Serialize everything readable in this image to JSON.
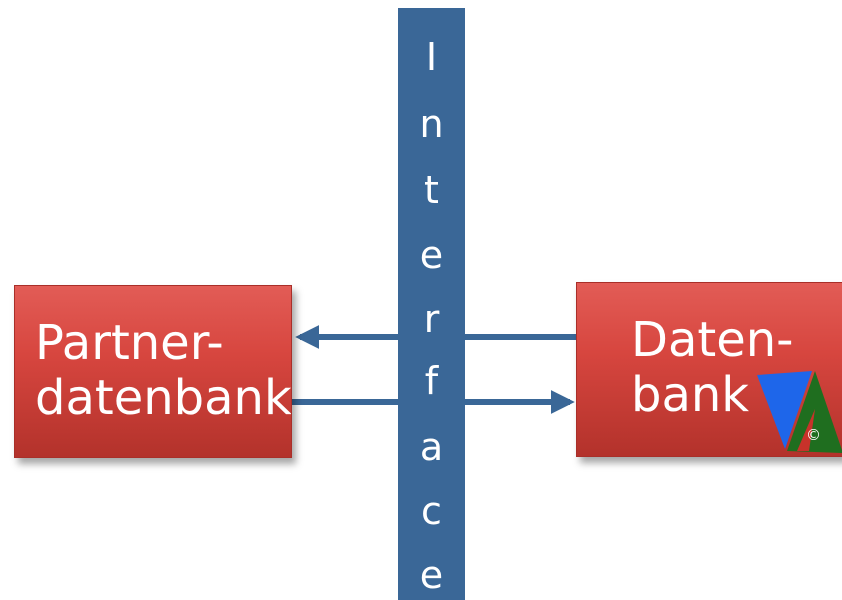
{
  "left_box": {
    "line1": "Partner-",
    "line2": "datenbank"
  },
  "right_box": {
    "line1": "Daten-",
    "line2": "bank"
  },
  "interface_letters": [
    "I",
    "n",
    "t",
    "e",
    "r",
    "f",
    "a",
    "c",
    "e"
  ],
  "logo": {
    "copyright": "©",
    "colors": {
      "blue": "#1e66ea",
      "green": "#1f6e1f",
      "red": "#c8322a"
    }
  },
  "colors": {
    "box": "#d7463f",
    "interface_bar": "#3a6797",
    "arrow": "#3a6797"
  }
}
